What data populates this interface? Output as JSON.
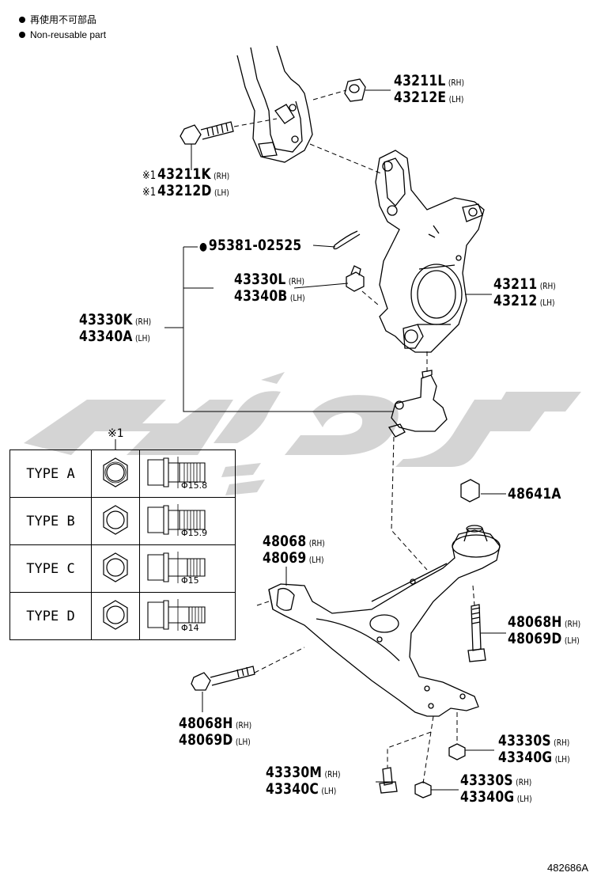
{
  "legend": {
    "line1": "再使用不可部品",
    "line2": "Non-reusable part"
  },
  "note_mark": "※1",
  "callouts": {
    "p43211L": {
      "pn": "43211L",
      "side": "(RH)"
    },
    "p43212E": {
      "pn": "43212E",
      "side": "(LH)"
    },
    "p43211K": {
      "mark": "※1",
      "pn": "43211K",
      "side": "(RH)"
    },
    "p43212D": {
      "mark": "※1",
      "pn": "43212D",
      "side": "(LH)"
    },
    "p95381": {
      "mark": "●",
      "pn": "95381-02525"
    },
    "p43330L": {
      "pn": "43330L",
      "side": "(RH)"
    },
    "p43340B": {
      "pn": "43340B",
      "side": "(LH)"
    },
    "p43211": {
      "pn": "43211",
      "side": "(RH)"
    },
    "p43212": {
      "pn": "43212",
      "side": "(LH)"
    },
    "p43330K": {
      "pn": "43330K",
      "side": "(RH)"
    },
    "p43340A": {
      "pn": "43340A",
      "side": "(LH)"
    },
    "p48641A": {
      "pn": "48641A"
    },
    "p48068": {
      "pn": "48068",
      "side": "(RH)"
    },
    "p48069": {
      "pn": "48069",
      "side": "(LH)"
    },
    "p48068H_r": {
      "pn": "48068H",
      "side": "(RH)"
    },
    "p48069D_r": {
      "pn": "48069D",
      "side": "(LH)"
    },
    "p48068H_l": {
      "pn": "48068H",
      "side": "(RH)"
    },
    "p48069D_l": {
      "pn": "48069D",
      "side": "(LH)"
    },
    "p43330S_a": {
      "pn": "43330S",
      "side": "(RH)"
    },
    "p43340G_a": {
      "pn": "43340G",
      "side": "(LH)"
    },
    "p43330M": {
      "pn": "43330M",
      "side": "(RH)"
    },
    "p43340C": {
      "pn": "43340C",
      "side": "(LH)"
    },
    "p43330S_b": {
      "pn": "43330S",
      "side": "(RH)"
    },
    "p43340G_b": {
      "pn": "43340G",
      "side": "(LH)"
    }
  },
  "types_table": [
    {
      "name": "TYPE A",
      "diameter": "Φ15.8"
    },
    {
      "name": "TYPE B",
      "diameter": "Φ15.9"
    },
    {
      "name": "TYPE C",
      "diameter": "Φ15"
    },
    {
      "name": "TYPE D",
      "diameter": "Φ14"
    }
  ],
  "footer_code": "482686A",
  "colors": {
    "line": "#000000",
    "watermark": "#d4d4d4",
    "background": "#ffffff"
  }
}
